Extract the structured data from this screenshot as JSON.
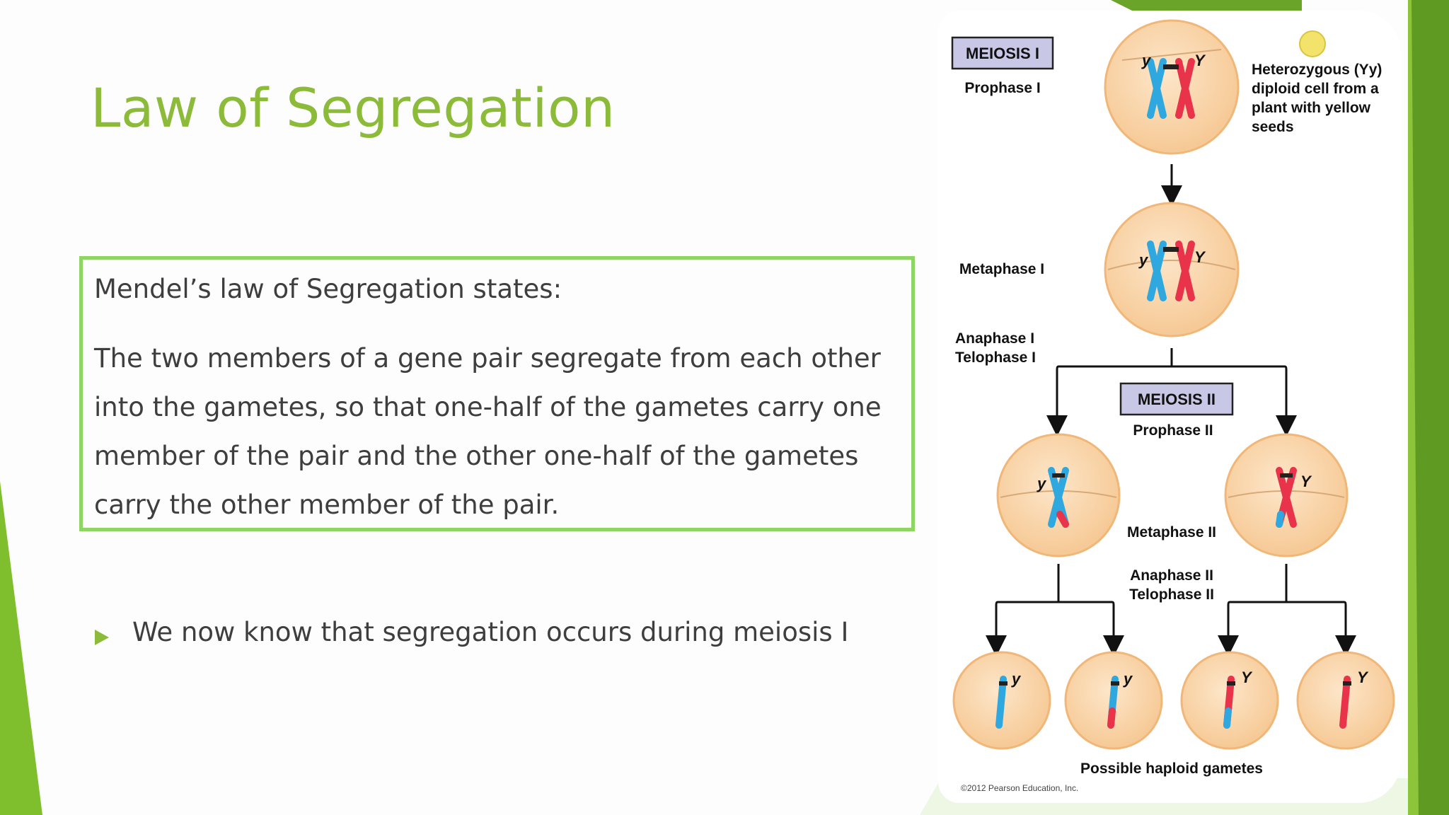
{
  "slide": {
    "title": "Law of Segregation",
    "definition": {
      "intro": "Mendel’s law of Segregation states:",
      "text": "The two members of a gene pair segregate from each other into the gametes, so that one-half of the gametes carry one member of the pair and the other one-half of the gametes carry the other member of the pair."
    },
    "bullets": [
      "We now know that segregation occurs during meiosis I"
    ]
  },
  "figure": {
    "meiosis_i": "MEIOSIS I",
    "meiosis_ii": "MEIOSIS II",
    "prophase_i": "Prophase I",
    "metaphase_i": "Metaphase I",
    "anaphase_i": "Anaphase I",
    "telophase_i": "Telophase I",
    "prophase_ii": "Prophase II",
    "metaphase_ii": "Metaphase II",
    "anaphase_ii": "Anaphase II",
    "telophase_ii": "Telophase II",
    "cell_caption": [
      "Heterozygous (Yy)",
      "diploid cell from a",
      "plant with yellow",
      "seeds"
    ],
    "gametes_caption": "Possible haploid gametes",
    "allele_recessive": "y",
    "allele_dominant": "Y",
    "copyright": "©2012 Pearson Education, Inc."
  },
  "colors": {
    "accent_green": "#8cbb3a",
    "box_border": "#8fd563",
    "chromosome_blue": "#2fa8e0",
    "chromosome_red": "#e8334a",
    "cell_fill": "#fbd7b0",
    "cell_border": "#f0b778"
  }
}
